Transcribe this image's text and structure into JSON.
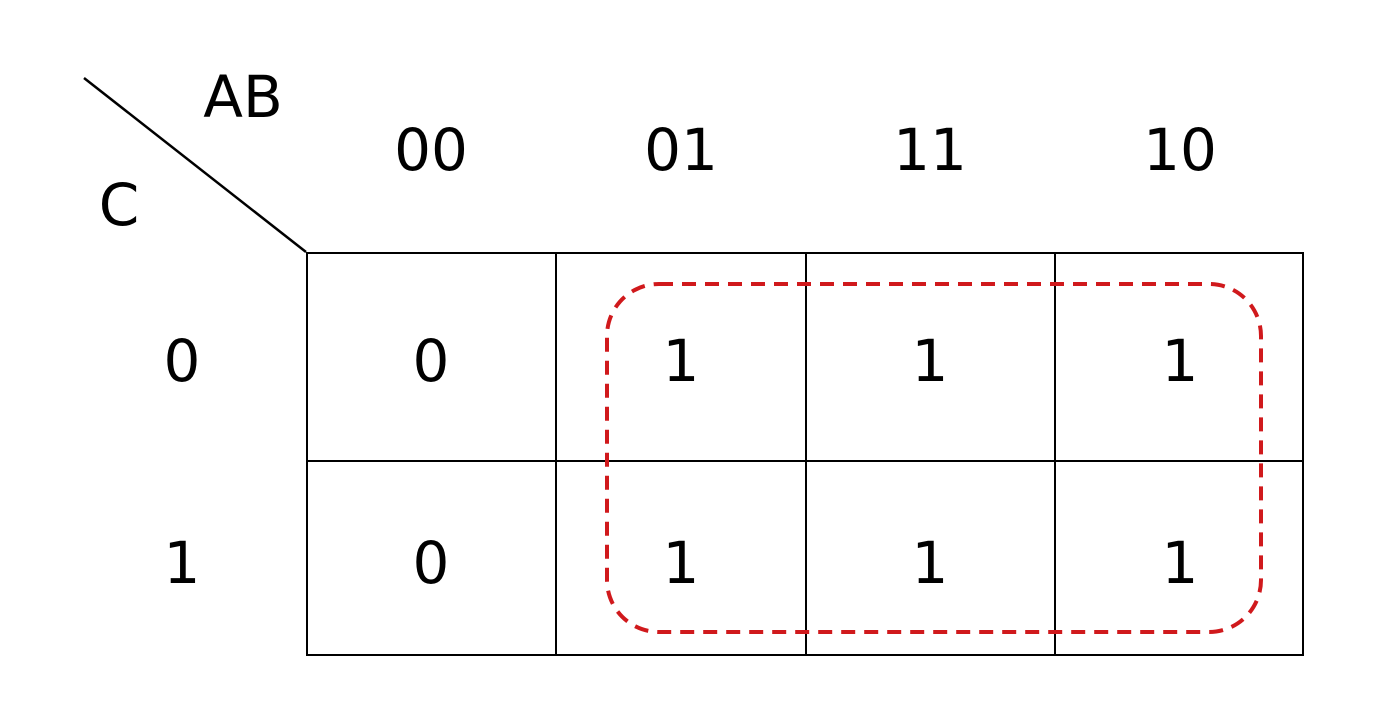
{
  "kmap": {
    "row_variable": "C",
    "col_variable": "AB",
    "col_headers": [
      "00",
      "01",
      "11",
      "10"
    ],
    "row_headers": [
      "0",
      "1"
    ],
    "cells": [
      [
        "0",
        "1",
        "1",
        "1"
      ],
      [
        "0",
        "1",
        "1",
        "1"
      ]
    ],
    "group_color": "#d0191c",
    "line_color": "#000000"
  }
}
